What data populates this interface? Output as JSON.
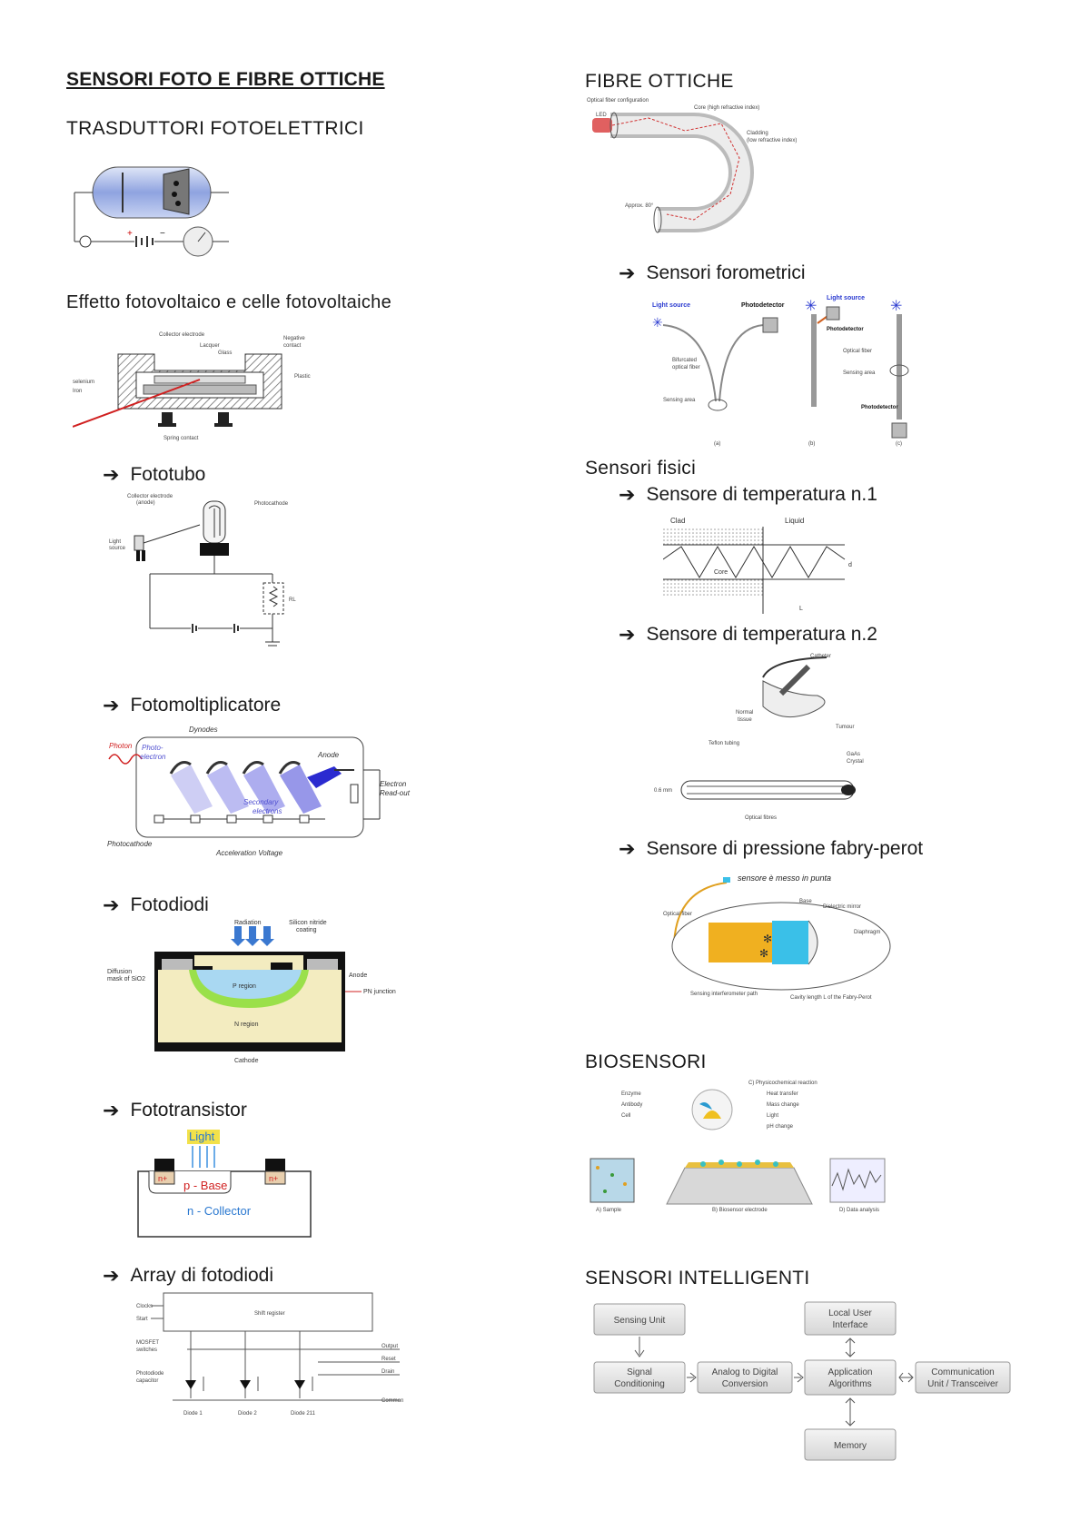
{
  "left": {
    "title": "SENSORI FOTO E FIBRE OTTICHE",
    "section1": "TRASDUTTORI FOTOELETTRICI",
    "section2": "Effetto fotovoltaico e celle fotovoltaiche",
    "items": [
      "Fototubo",
      "Fotomoltiplicatore",
      "Fotodiodi",
      "Fototransistor",
      "Array di fotodiodi"
    ]
  },
  "right": {
    "fibre_title": "FIBRE OTTICHE",
    "forometrici": "Sensori forometrici",
    "fisici_title": "Sensori fisici",
    "temp1": "Sensore di temperatura n.1",
    "temp2": "Sensore di temperatura n.2",
    "pressione": "Sensore di pressione fabry-perot",
    "biosensori": "BIOSENSORI",
    "intelligenti": "SENSORI INTELLIGENTI"
  },
  "arrow_glyph": "➔",
  "smart_diagram": {
    "sensing_unit": "Sensing Unit",
    "signal_cond_1": "Signal",
    "signal_cond_2": "Conditioning",
    "adc_1": "Analog to Digital",
    "adc_2": "Conversion",
    "app_1": "Application",
    "app_2": "Algorithms",
    "comm_1": "Communication",
    "comm_2": "Unit / Transceiver",
    "local_1": "Local User",
    "local_2": "Interface",
    "memory": "Memory"
  },
  "phototransistor": {
    "light": "Light",
    "base": "p - Base",
    "collector": "n - Collector",
    "n_plus": "n+"
  },
  "fabry_note": "sensore è messo in punta"
}
